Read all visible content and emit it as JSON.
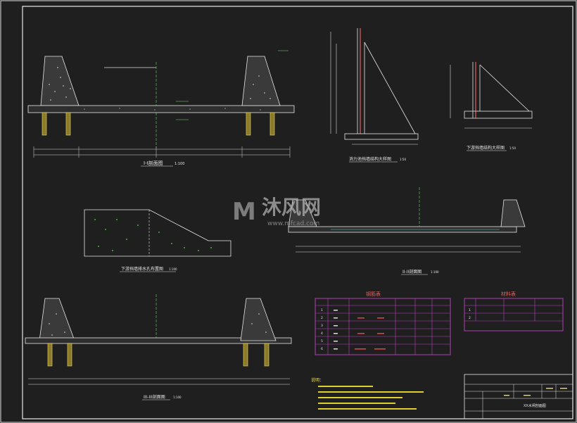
{
  "watermark": {
    "brand": "沐风网",
    "url": "www.mfcad.com"
  },
  "views": {
    "section_1": {
      "title": "I-I剖面图",
      "scale": "1:100"
    },
    "section_2": {
      "title": "II-II剖面图",
      "scale": "1:100"
    },
    "section_3": {
      "title": "III-III剖面图",
      "scale": "1:100"
    },
    "wall_tall": {
      "title": "消力池挡墙结构大样图",
      "scale": "1:50"
    },
    "wall_small": {
      "title": "下游挡墙结构大样图",
      "scale": "1:50"
    },
    "plan": {
      "title": "下游挡墙排水孔布置图",
      "scale": "1:100"
    }
  },
  "tables": {
    "rebar": {
      "title": "钢筋表",
      "rows": [
        "1",
        "2",
        "3",
        "4",
        "5",
        "6"
      ]
    },
    "material": {
      "title": "材料表",
      "rows": [
        "1",
        "2"
      ]
    }
  },
  "notes": {
    "title": "说明："
  },
  "title_block": {
    "drawing_name": "XX水闸剖面图"
  }
}
